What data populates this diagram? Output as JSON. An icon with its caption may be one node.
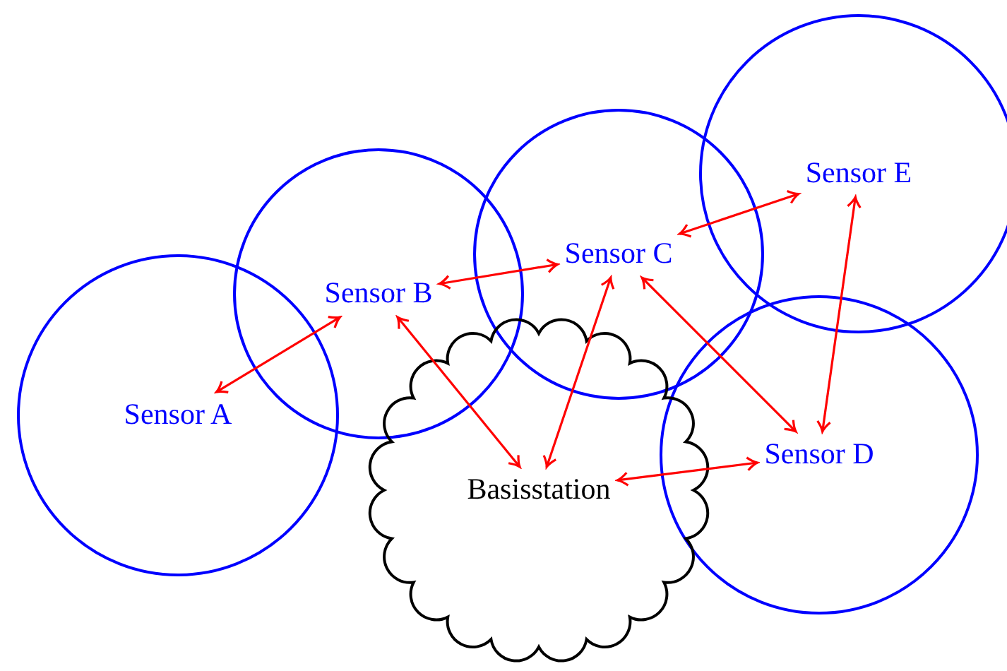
{
  "diagram": {
    "nodes": [
      {
        "text": [
          "Sensor A"
        ]
      },
      {
        "text": [
          "Sensor B"
        ]
      },
      {
        "text": [
          "Sensor C"
        ]
      },
      {
        "text": [
          "Sensor D"
        ]
      },
      {
        "text": [
          "Sensor E"
        ]
      },
      {
        "text": [
          "Basisstation"
        ]
      }
    ],
    "edges": [
      {
        "from": 0,
        "to": 1,
        "arrow": "both"
      },
      {
        "from": 1,
        "to": 5,
        "arrow": "both"
      },
      {
        "from": 1,
        "to": 2,
        "arrow": "both"
      },
      {
        "from": 2,
        "to": 5,
        "arrow": "both"
      },
      {
        "from": 2,
        "to": 3,
        "arrow": "both"
      },
      {
        "from": 2,
        "to": 4,
        "arrow": "both"
      },
      {
        "from": 4,
        "to": 3,
        "arrow": "both"
      },
      {
        "from": 3,
        "to": 5,
        "arrow": "both"
      }
    ]
  }
}
